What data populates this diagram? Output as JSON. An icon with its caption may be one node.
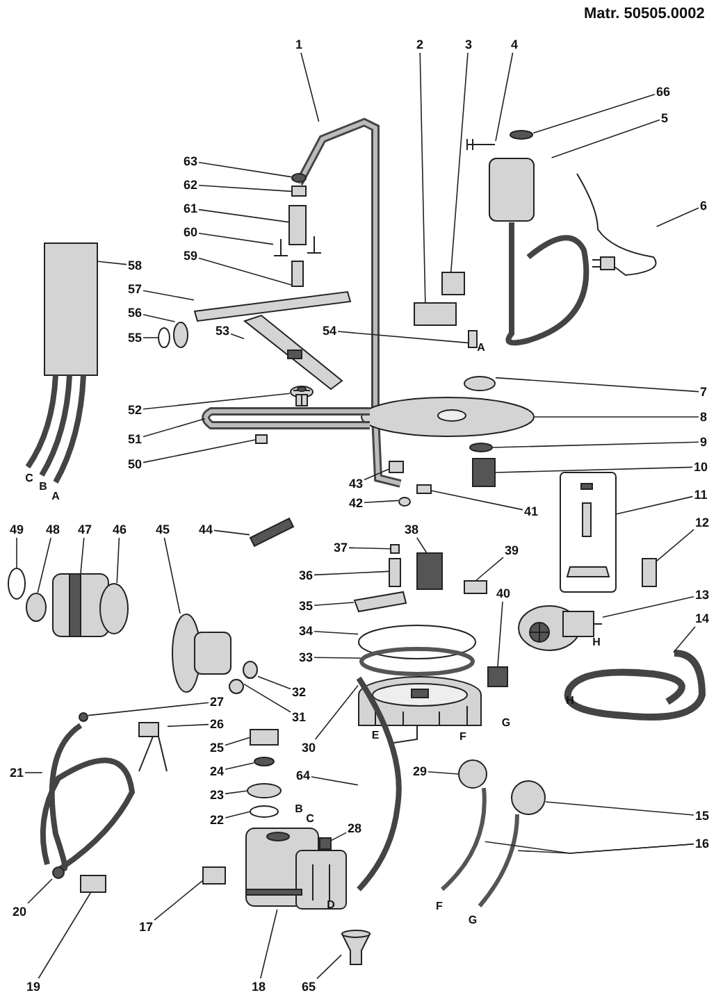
{
  "diagram": {
    "nodes": [
      {
        "text": [
          "1"
        ]
      },
      {
        "text": [
          "2"
        ]
      },
      {
        "text": [
          "3"
        ]
      },
      {
        "text": [
          "4"
        ]
      },
      {
        "text": [
          "66"
        ]
      },
      {
        "text": [
          "5"
        ]
      },
      {
        "text": [
          "63"
        ]
      },
      {
        "text": [
          "62"
        ]
      },
      {
        "text": [
          "6"
        ]
      },
      {
        "text": [
          "61"
        ]
      },
      {
        "text": [
          "60"
        ]
      },
      {
        "text": [
          "59"
        ]
      },
      {
        "text": [
          "58"
        ]
      },
      {
        "text": [
          "57"
        ]
      },
      {
        "text": [
          "56"
        ]
      },
      {
        "text": [
          "54"
        ]
      },
      {
        "text": [
          "53"
        ]
      },
      {
        "text": [
          "55"
        ]
      },
      {
        "text": [
          "7"
        ]
      },
      {
        "text": [
          "52"
        ]
      },
      {
        "text": [
          "8"
        ]
      },
      {
        "text": [
          "51"
        ]
      },
      {
        "text": [
          "9"
        ]
      },
      {
        "text": [
          "50"
        ]
      },
      {
        "text": [
          "10"
        ]
      },
      {
        "text": [
          "43"
        ]
      },
      {
        "text": [
          "11"
        ]
      },
      {
        "text": [
          "41"
        ]
      },
      {
        "text": [
          "42"
        ]
      },
      {
        "text": [
          "12"
        ]
      },
      {
        "text": [
          "49"
        ]
      },
      {
        "text": [
          "48"
        ]
      },
      {
        "text": [
          "47"
        ]
      },
      {
        "text": [
          "46"
        ]
      },
      {
        "text": [
          "45"
        ]
      },
      {
        "text": [
          "44"
        ]
      },
      {
        "text": [
          "38"
        ]
      },
      {
        "text": [
          "37"
        ]
      },
      {
        "text": [
          "39"
        ]
      },
      {
        "text": [
          "36"
        ]
      },
      {
        "text": [
          "40"
        ]
      },
      {
        "text": [
          "13"
        ]
      },
      {
        "text": [
          "35"
        ]
      },
      {
        "text": [
          "14"
        ]
      },
      {
        "text": [
          "34"
        ]
      },
      {
        "text": [
          "33"
        ]
      },
      {
        "text": [
          "32"
        ]
      },
      {
        "text": [
          "27"
        ]
      },
      {
        "text": [
          "31"
        ]
      },
      {
        "text": [
          "26"
        ]
      },
      {
        "text": [
          "25"
        ]
      },
      {
        "text": [
          "30"
        ]
      },
      {
        "text": [
          "24"
        ]
      },
      {
        "text": [
          "29"
        ]
      },
      {
        "text": [
          "21"
        ]
      },
      {
        "text": [
          "64"
        ]
      },
      {
        "text": [
          "23"
        ]
      },
      {
        "text": [
          "15"
        ]
      },
      {
        "text": [
          "22"
        ]
      },
      {
        "text": [
          "28"
        ]
      },
      {
        "text": [
          "16"
        ]
      },
      {
        "text": [
          "20"
        ]
      },
      {
        "text": [
          "17"
        ]
      },
      {
        "text": [
          "19"
        ]
      },
      {
        "text": [
          "18"
        ]
      },
      {
        "text": [
          "65"
        ]
      },
      {
        "text": [],
        "shape": "picture"
      },
      {
        "text": [],
        "shape": "box"
      },
      {
        "text": [],
        "shape": "box"
      },
      {
        "text": [],
        "shape": "picture"
      },
      {
        "text": [],
        "shape": "circle"
      },
      {
        "text": [],
        "shape": "picture"
      },
      {
        "text": [],
        "shape": "circle"
      },
      {
        "text": [],
        "shape": "box"
      },
      {
        "text": [],
        "shape": "picture"
      },
      {
        "text": [],
        "shape": "box"
      },
      {
        "text": [],
        "shape": "picture"
      },
      {
        "text": [],
        "shape": "box"
      },
      {
        "text": [],
        "shape": "picture"
      },
      {
        "text": [],
        "shape": "bar"
      },
      {
        "text": [],
        "shape": "circle"
      },
      {
        "text": [],
        "shape": "box"
      },
      {
        "text": [],
        "shape": "picture"
      },
      {
        "text": [],
        "shape": "circle"
      },
      {
        "text": [],
        "shape": "circle"
      },
      {
        "text": [],
        "shape": "picture"
      },
      {
        "text": [],
        "shape": "picture"
      },
      {
        "text": [],
        "shape": "picture"
      },
      {
        "text": [],
        "shape": "circle"
      },
      {
        "text": [],
        "shape": "box"
      },
      {
        "text": [],
        "shape": "box"
      },
      {
        "text": [],
        "shape": "box"
      },
      {
        "text": [],
        "shape": "picture"
      },
      {
        "text": [],
        "shape": "box"
      },
      {
        "text": [],
        "shape": "circle"
      },
      {
        "text": [],
        "shape": "box"
      },
      {
        "text": [],
        "shape": "circle"
      },
      {
        "text": [],
        "shape": "circle"
      },
      {
        "text": [],
        "shape": "picture"
      },
      {
        "text": [],
        "shape": "circle"
      },
      {
        "text": [],
        "shape": "picture"
      },
      {
        "text": [],
        "shape": "bar"
      },
      {
        "text": [],
        "shape": "box"
      },
      {
        "text": [],
        "shape": "box"
      },
      {
        "text": [],
        "shape": "box"
      },
      {
        "text": [],
        "shape": "box"
      },
      {
        "text": [],
        "shape": "box"
      },
      {
        "text": [],
        "shape": "picture"
      },
      {
        "text": [],
        "shape": "bar"
      },
      {
        "text": [],
        "shape": "picture"
      },
      {
        "text": [],
        "shape": "circle"
      },
      {
        "text": [],
        "shape": "circle"
      },
      {
        "text": [],
        "shape": "circle"
      },
      {
        "text": [],
        "shape": "circle"
      },
      {
        "text": [],
        "shape": "circle"
      },
      {
        "text": [],
        "shape": "picture"
      },
      {
        "text": [],
        "shape": "box"
      },
      {
        "text": [],
        "shape": "picture"
      },
      {
        "text": [],
        "shape": "circle"
      },
      {
        "text": [],
        "shape": "circle"
      },
      {
        "text": [],
        "shape": "picture"
      },
      {
        "text": [],
        "shape": "picture"
      },
      {
        "text": [],
        "shape": "circle"
      },
      {
        "text": [],
        "shape": "circle"
      },
      {
        "text": [],
        "shape": "circle"
      },
      {
        "text": [],
        "shape": "box"
      },
      {
        "text": [],
        "shape": "picture"
      },
      {
        "text": [],
        "shape": "picture"
      },
      {
        "text": [],
        "shape": "circle"
      },
      {
        "text": [],
        "shape": "box"
      },
      {
        "text": [],
        "shape": "box"
      },
      {
        "text": [],
        "shape": "picture"
      },
      {
        "text": [],
        "shape": "picture"
      }
    ],
    "edges": [
      {
        "from": 0,
        "to": 66,
        "arrow": "none"
      },
      {
        "from": 1,
        "to": 67,
        "arrow": "none"
      },
      {
        "from": 2,
        "to": 68,
        "arrow": "none"
      },
      {
        "from": 3,
        "to": 69,
        "arrow": "none"
      },
      {
        "from": 4,
        "to": 70,
        "arrow": "none"
      },
      {
        "from": 5,
        "to": 71,
        "arrow": "none"
      },
      {
        "from": 6,
        "to": 72,
        "arrow": "none"
      },
      {
        "from": 7,
        "to": 73,
        "arrow": "none"
      },
      {
        "from": 8,
        "to": 74,
        "arrow": "none"
      },
      {
        "from": 9,
        "to": 75,
        "arrow": "none"
      },
      {
        "from": 10,
        "to": 76,
        "arrow": "none"
      },
      {
        "from": 11,
        "to": 77,
        "arrow": "none"
      },
      {
        "from": 12,
        "to": 78,
        "arrow": "none"
      },
      {
        "from": 13,
        "to": 79,
        "arrow": "none"
      },
      {
        "from": 14,
        "to": 80,
        "arrow": "none"
      },
      {
        "from": 15,
        "to": 81,
        "arrow": "none"
      },
      {
        "from": 16,
        "to": 82,
        "arrow": "none"
      },
      {
        "from": 17,
        "to": 83,
        "arrow": "none"
      },
      {
        "from": 18,
        "to": 84,
        "arrow": "none"
      },
      {
        "from": 19,
        "to": 85,
        "arrow": "none"
      },
      {
        "from": 20,
        "to": 86,
        "arrow": "none"
      },
      {
        "from": 21,
        "to": 87,
        "arrow": "none"
      },
      {
        "from": 22,
        "to": 88,
        "arrow": "none"
      },
      {
        "from": 23,
        "to": 89,
        "arrow": "none"
      },
      {
        "from": 24,
        "to": 90,
        "arrow": "none"
      },
      {
        "from": 25,
        "to": 91,
        "arrow": "none"
      },
      {
        "from": 26,
        "to": 92,
        "arrow": "none"
      },
      {
        "from": 27,
        "to": 93,
        "arrow": "none"
      },
      {
        "from": 28,
        "to": 94,
        "arrow": "none"
      },
      {
        "from": 29,
        "to": 95,
        "arrow": "none"
      },
      {
        "from": 30,
        "to": 96,
        "arrow": "none"
      },
      {
        "from": 31,
        "to": 97,
        "arrow": "none"
      },
      {
        "from": 32,
        "to": 98,
        "arrow": "none"
      },
      {
        "from": 33,
        "to": 99,
        "arrow": "none"
      },
      {
        "from": 34,
        "to": 100,
        "arrow": "none"
      },
      {
        "from": 35,
        "to": 101,
        "arrow": "none"
      },
      {
        "from": 36,
        "to": 102,
        "arrow": "none"
      },
      {
        "from": 37,
        "to": 103,
        "arrow": "none"
      },
      {
        "from": 38,
        "to": 104,
        "arrow": "none"
      },
      {
        "from": 39,
        "to": 105,
        "arrow": "none"
      },
      {
        "from": 40,
        "to": 106,
        "arrow": "none"
      },
      {
        "from": 41,
        "to": 107,
        "arrow": "none"
      },
      {
        "from": 42,
        "to": 108,
        "arrow": "none"
      },
      {
        "from": 43,
        "to": 109,
        "arrow": "none"
      },
      {
        "from": 44,
        "to": 110,
        "arrow": "none"
      },
      {
        "from": 45,
        "to": 111,
        "arrow": "none"
      },
      {
        "from": 46,
        "to": 112,
        "arrow": "none"
      },
      {
        "from": 47,
        "to": 113,
        "arrow": "none"
      },
      {
        "from": 48,
        "to": 114,
        "arrow": "none"
      },
      {
        "from": 49,
        "to": 115,
        "arrow": "none"
      },
      {
        "from": 50,
        "to": 116,
        "arrow": "none"
      },
      {
        "from": 51,
        "to": 117,
        "arrow": "none"
      },
      {
        "from": 52,
        "to": 118,
        "arrow": "none"
      },
      {
        "from": 53,
        "to": 119,
        "arrow": "none"
      },
      {
        "from": 54,
        "to": 120,
        "arrow": "none"
      },
      {
        "from": 55,
        "to": 121,
        "arrow": "none"
      },
      {
        "from": 56,
        "to": 122,
        "arrow": "none"
      },
      {
        "from": 57,
        "to": 123,
        "arrow": "none"
      },
      {
        "from": 58,
        "to": 124,
        "arrow": "none"
      },
      {
        "from": 59,
        "to": 125,
        "arrow": "none"
      },
      {
        "from": 60,
        "to": 126,
        "arrow": "none"
      },
      {
        "from": 60,
        "to": 127,
        "arrow": "none"
      },
      {
        "from": 61,
        "to": 128,
        "arrow": "none"
      },
      {
        "from": 62,
        "to": 129,
        "arrow": "none"
      },
      {
        "from": 63,
        "to": 130,
        "arrow": "none"
      },
      {
        "from": 64,
        "to": 131,
        "arrow": "none"
      },
      {
        "from": 65,
        "to": 132,
        "arrow": "none"
      }
    ],
    "labels": [
      "Matr. 50505.0002",
      "A",
      "C",
      "B",
      "A",
      "H",
      "H",
      "G",
      "E",
      "F",
      "B",
      "C",
      "D",
      "F",
      "G"
    ]
  }
}
